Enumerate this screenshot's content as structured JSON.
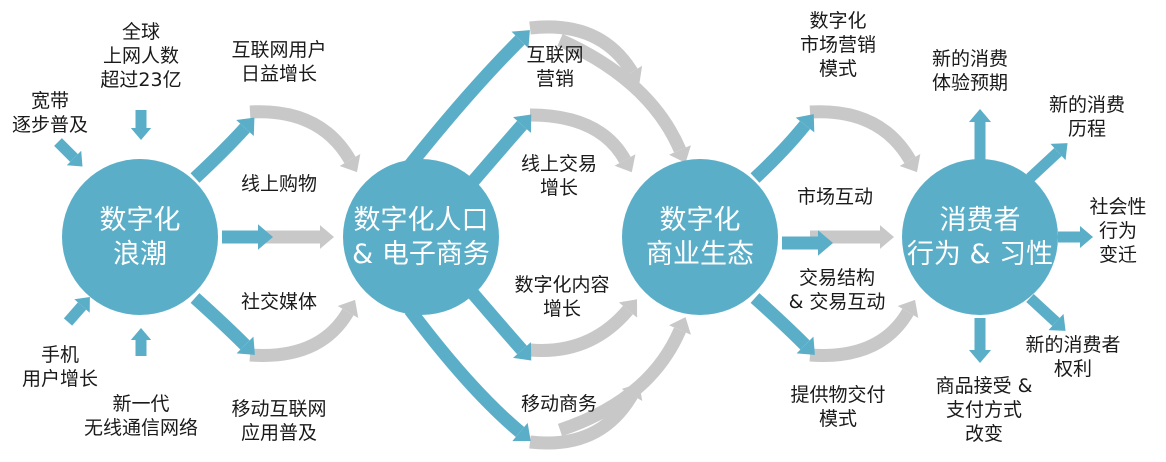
{
  "colors": {
    "node": "#5aaec8",
    "arrow_blue": "#5aaec8",
    "arrow_gray": "#c8c8c8",
    "text": "#1a1a1a"
  },
  "nodes": {
    "n1": "数字化\n浪潮",
    "n2": "数字化人口\n& 电子商务",
    "n3": "数字化\n商业生态",
    "n4": "消费者\n行为 & 习性"
  },
  "labels": {
    "kuandai": "宽带\n逐步普及",
    "quanqiu": "全球\n上网人数\n超过23亿",
    "shouji": "手机\n用户增长",
    "xinyidai": "新一代\n无线通信网络",
    "wangmin": "互联网用户\n日益增长",
    "gouwu": "线上购物",
    "shejiao": "社交媒体",
    "yidong_app": "移动互联网\n应用普及",
    "yingxiao": "互联网\n营销",
    "jiaoyi": "线上交易\n增长",
    "neirong": "数字化内容\n增长",
    "yidong_shangwu": "移动商务",
    "shichang_moshi": "数字化\n市场营销\n模式",
    "hudong": "市场互动",
    "jiegou": "交易结构\n& 交易互动",
    "jiaofu": "提供物交付\n模式",
    "tiyan": "新的消费\n体验预期",
    "licheng": "新的消费\n历程",
    "biangqian": "社会性\n行为\n变迁",
    "quanli": "新的消费者\n权利",
    "zhifu": "商品接受 &\n支付方式\n改变"
  }
}
